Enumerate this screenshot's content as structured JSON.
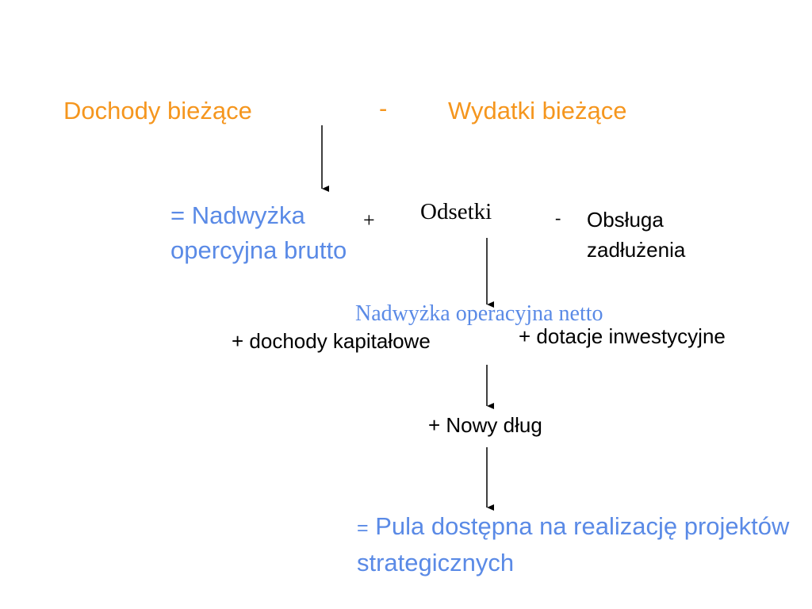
{
  "colors": {
    "orange": "#f5961e",
    "blue": "#5a8ae6",
    "black": "#000000"
  },
  "top": {
    "current_income": "Dochody bieżące",
    "minus": "-",
    "current_expenses": "Wydatki bieżące"
  },
  "row2": {
    "gross_surplus": "= Nadwyżka opercyjna brutto",
    "plus": "+",
    "interest": "Odsetki",
    "minus": "-",
    "debt_service": "Obsługa zadłużenia"
  },
  "row3": {
    "net_surplus": "Nadwyżka operacyjna netto",
    "capital_income": "+ dochody kapitałowe",
    "investment_grants": "+ dotacje inwestycyjne"
  },
  "row4": {
    "new_debt": "+ Nowy dług"
  },
  "result": {
    "equals": "=",
    "text": "Pula dostępna na realizację projektów strategicznych"
  }
}
